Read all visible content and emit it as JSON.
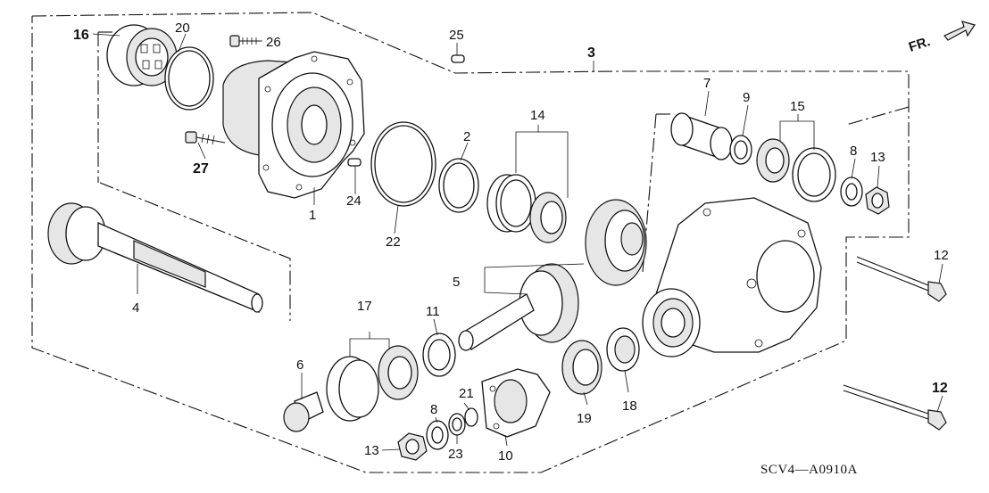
{
  "diagram": {
    "direction_label": "FR.",
    "catalog_code": "SCV4—A0910A",
    "part_labels": {
      "p1": "1",
      "p2": "2",
      "p3": "3",
      "p4": "4",
      "p5": "5",
      "p6": "6",
      "p7": "7",
      "p8a": "8",
      "p8b": "8",
      "p9": "9",
      "p10": "10",
      "p11": "11",
      "p12a": "12",
      "p12b": "12",
      "p13a": "13",
      "p13b": "13",
      "p14": "14",
      "p15": "15",
      "p16": "16",
      "p17": "17",
      "p18": "18",
      "p19": "19",
      "p20": "20",
      "p21": "21",
      "p22": "22",
      "p23": "23",
      "p24": "24",
      "p25": "25",
      "p26": "26",
      "p27": "27"
    }
  }
}
